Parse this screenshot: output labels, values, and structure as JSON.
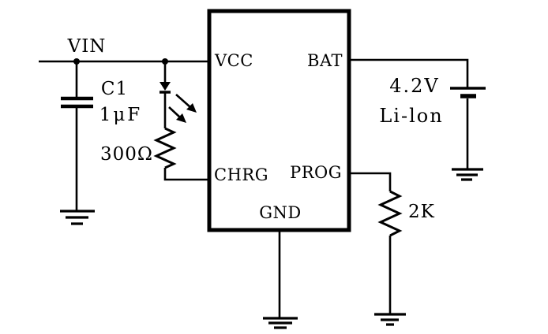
{
  "schematic": {
    "net_vin": "VIN",
    "capacitor": {
      "ref": "C1",
      "value": "1μF"
    },
    "led_resistor": {
      "value": "300Ω"
    },
    "prog_resistor": {
      "value": "2K"
    },
    "battery": {
      "voltage": "4.2V",
      "chemistry": "Li-lon"
    },
    "ic": {
      "pin_vcc": "VCC",
      "pin_chrg": "CHRG",
      "pin_bat": "BAT",
      "pin_prog": "PROG",
      "pin_gnd": "GND"
    },
    "colors": {
      "ink": "#000000",
      "background": "#ffffff"
    }
  }
}
